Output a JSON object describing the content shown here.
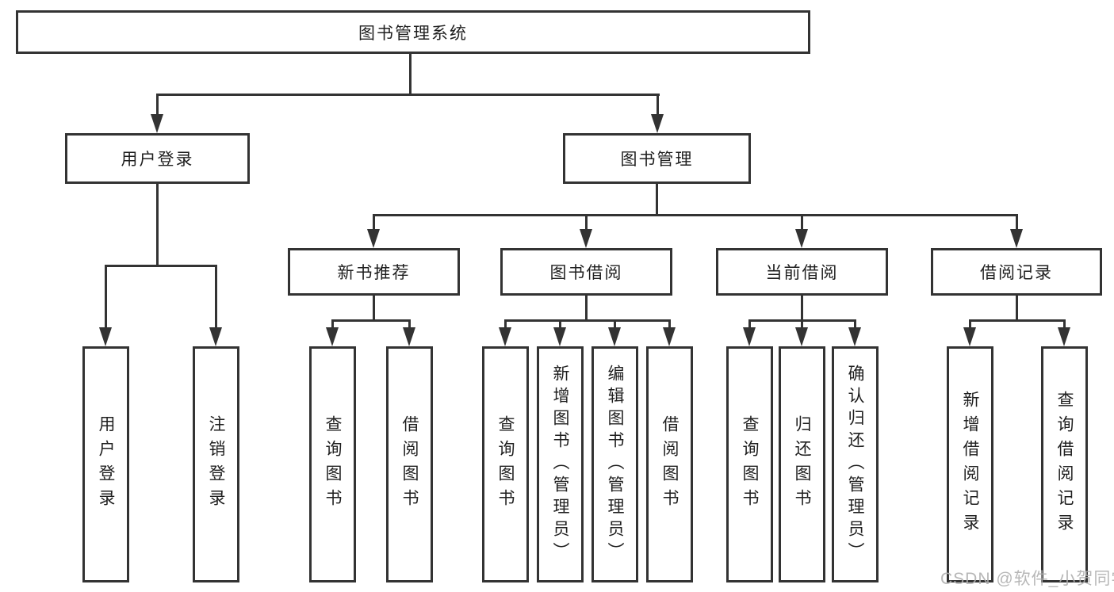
{
  "diagram": {
    "type": "hierarchy-tree",
    "colors": {
      "line": "#333333",
      "box_background": "#ffffff",
      "text": "#1f1f1f",
      "watermark": "#afafaf"
    },
    "root": {
      "label": "图书管理系统"
    },
    "branches": {
      "user_login": {
        "label": "用户登录",
        "children": [
          {
            "label": "用户登录"
          },
          {
            "label": "注销登录"
          }
        ]
      },
      "book_management": {
        "label": "图书管理",
        "children": [
          {
            "label": "新书推荐",
            "children": [
              {
                "label": "查询图书"
              },
              {
                "label": "借阅图书"
              }
            ]
          },
          {
            "label": "图书借阅",
            "children": [
              {
                "label": "查询图书"
              },
              {
                "label": "新增图书（管理员）"
              },
              {
                "label": "编辑图书（管理员）"
              },
              {
                "label": "借阅图书"
              }
            ]
          },
          {
            "label": "当前借阅",
            "children": [
              {
                "label": "查询图书"
              },
              {
                "label": "归还图书"
              },
              {
                "label": "确认归还（管理员）"
              }
            ]
          },
          {
            "label": "借阅记录",
            "children": [
              {
                "label": "新增借阅记录"
              },
              {
                "label": "查询借阅记录"
              }
            ]
          }
        ]
      }
    },
    "watermark": "CSDN @软件_小贺同学"
  }
}
